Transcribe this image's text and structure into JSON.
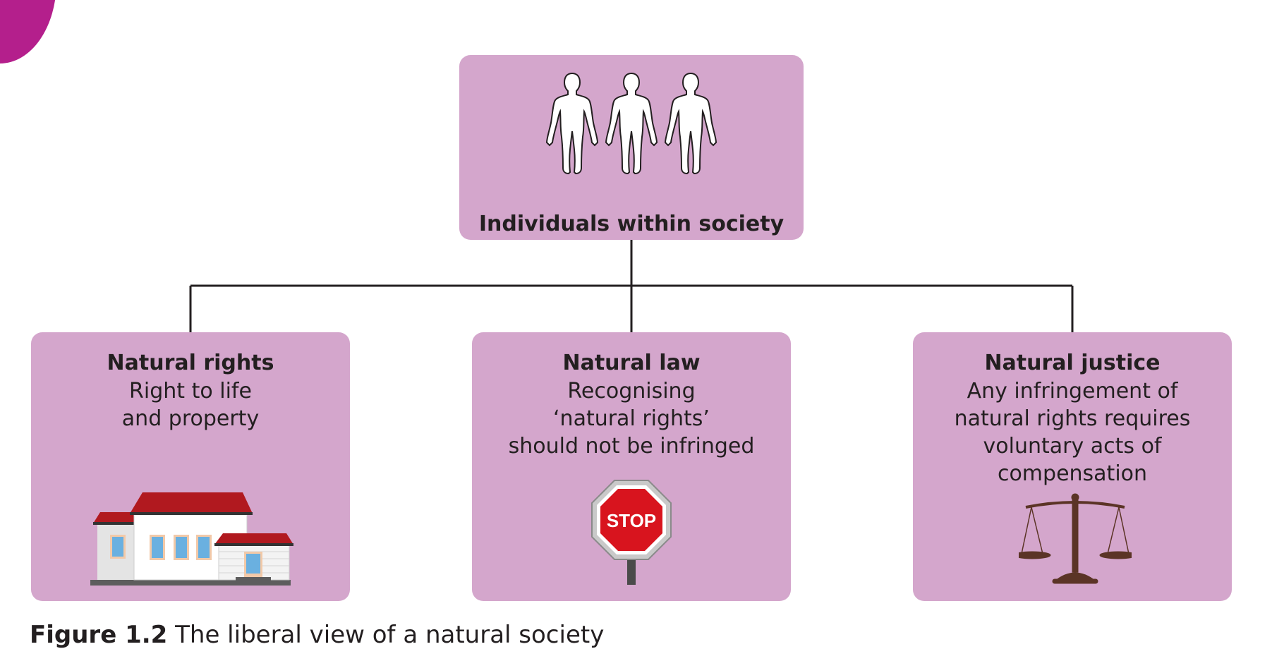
{
  "diagram": {
    "top": {
      "title": "Individuals within society",
      "icon": "human-figures-icon"
    },
    "children": [
      {
        "title": "Natural rights",
        "lines": [
          "Right to life",
          "and property"
        ],
        "icon": "house-icon"
      },
      {
        "title": "Natural law",
        "lines": [
          "Recognising",
          "‘natural rights’",
          "should not be infringed"
        ],
        "icon": "stop-sign-icon",
        "sign_text": "STOP"
      },
      {
        "title": "Natural justice",
        "lines": [
          "Any infringement of",
          "natural rights requires",
          "voluntary acts of",
          "compensation"
        ],
        "icon": "scales-icon"
      }
    ]
  },
  "caption": {
    "label": "Figure 1.2",
    "text": " The liberal view of a natural society"
  },
  "colors": {
    "box_fill": "#d4a6cc",
    "accent": "#b41f8c",
    "connector": "#231f20"
  }
}
